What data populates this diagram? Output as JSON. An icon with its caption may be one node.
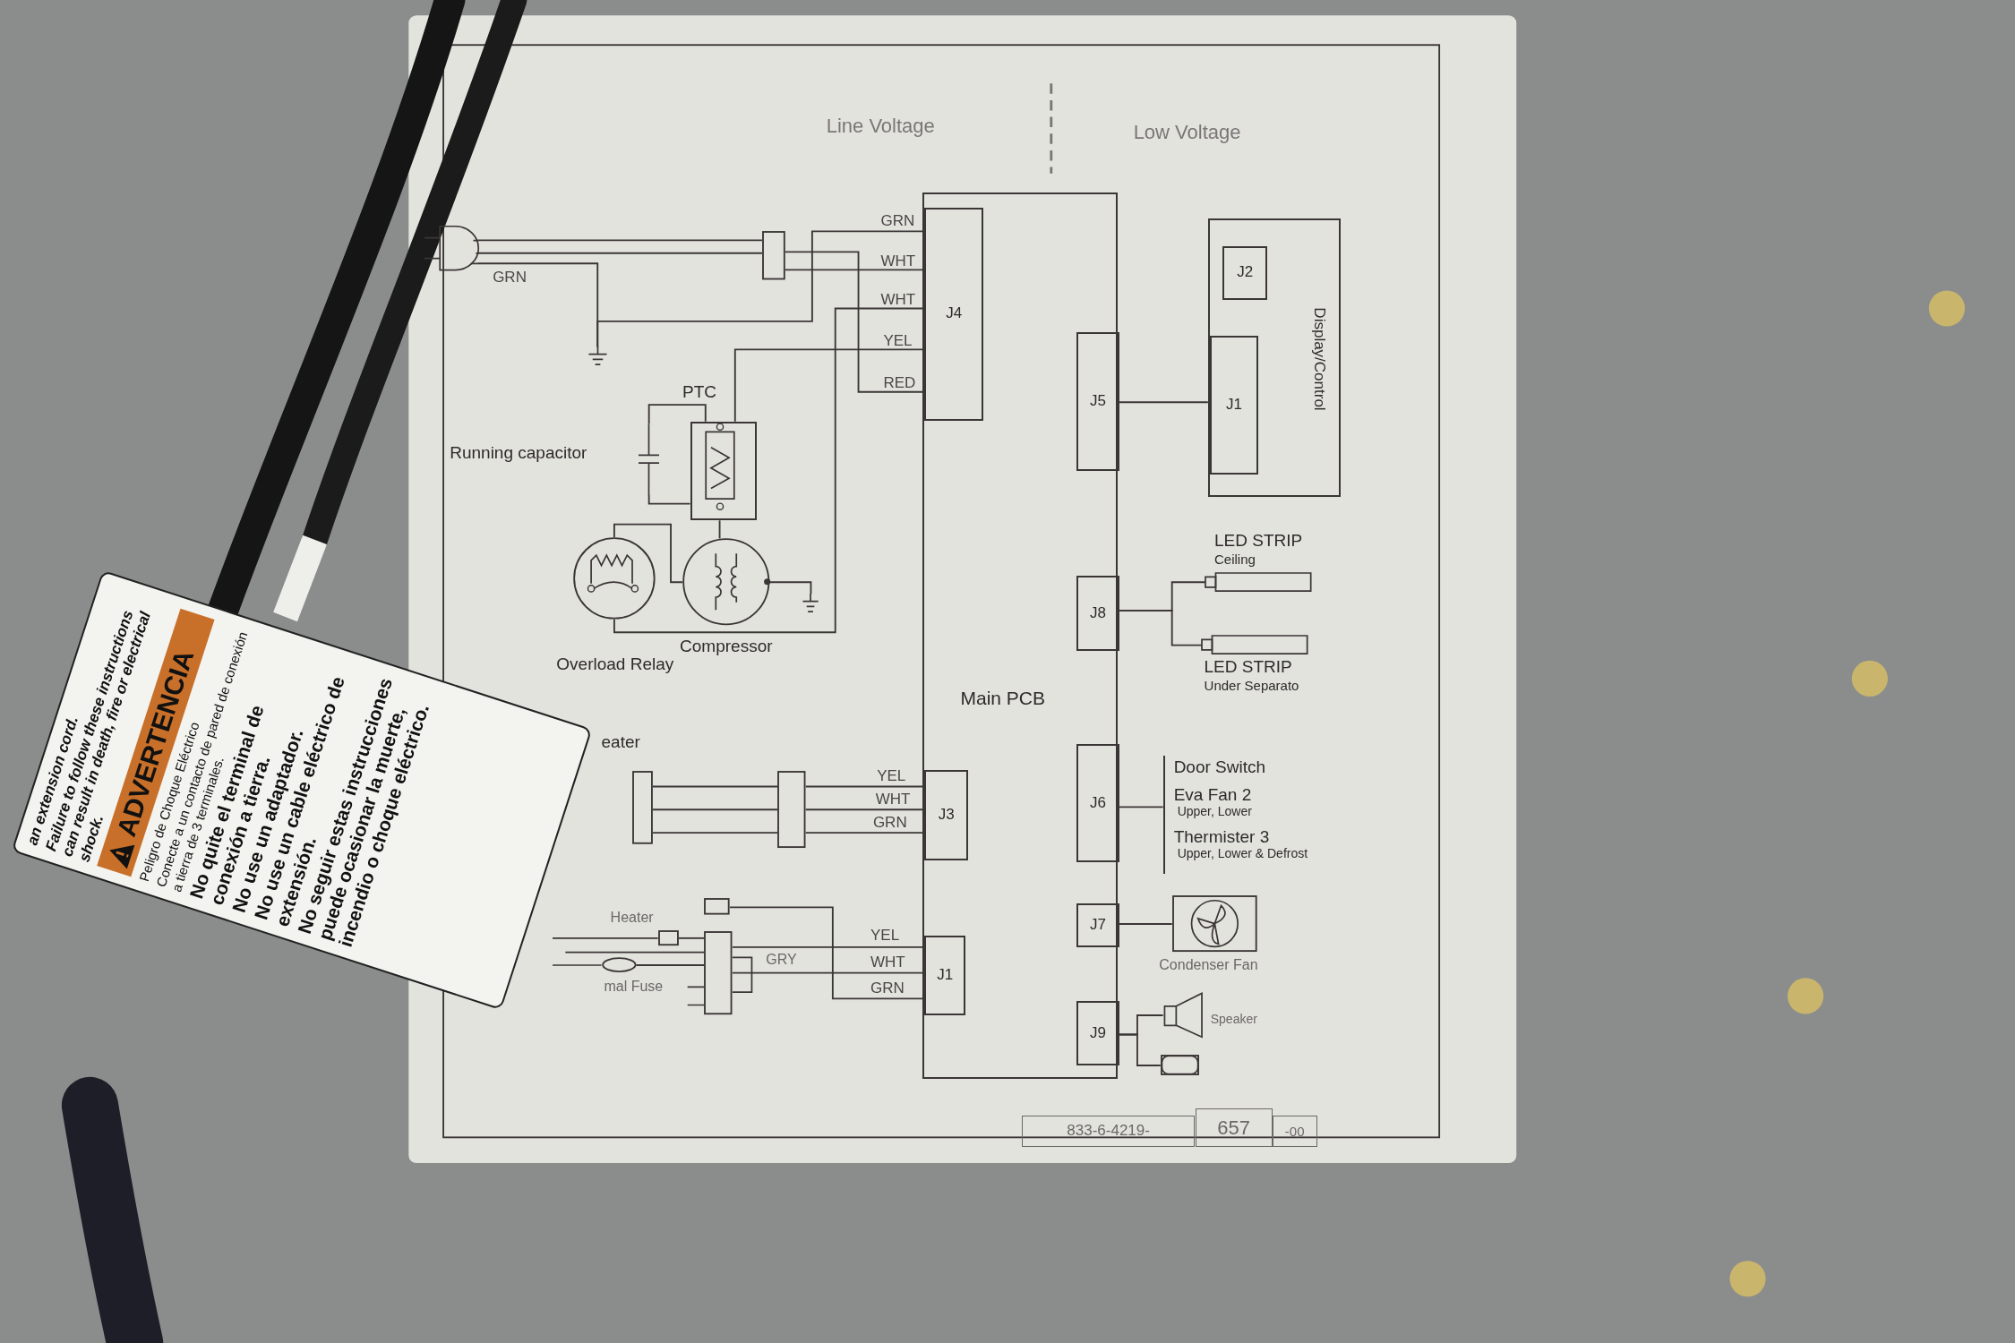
{
  "diagram": {
    "nodes": [
      {
        "text": [
          "Main PCB"
        ]
      },
      {
        "text": [
          "J4"
        ],
        "in": 0
      },
      {
        "text": [
          "J3"
        ],
        "in": 0
      },
      {
        "text": [
          "J1"
        ],
        "in": 0
      },
      {
        "text": [
          "J5"
        ],
        "in": 0
      },
      {
        "text": [
          "J8"
        ],
        "in": 0
      },
      {
        "text": [
          "J6"
        ],
        "in": 0
      },
      {
        "text": [
          "J7"
        ],
        "in": 0
      },
      {
        "text": [
          "J9"
        ],
        "in": 0
      },
      {
        "text": [
          "Display/Control"
        ]
      },
      {
        "text": [
          "J2"
        ],
        "in": 9
      },
      {
        "text": [
          "J1"
        ],
        "in": 9
      },
      {
        "text": [],
        "shape": "picture"
      },
      {
        "text": [],
        "shape": "box"
      },
      {
        "text": [],
        "shape": "picture"
      },
      {
        "text": [
          "PTC"
        ]
      },
      {
        "text": [],
        "shape": "picture",
        "beside": [
          "Running capacitor"
        ]
      },
      {
        "text": [],
        "shape": "circle",
        "beside": [
          "Overload Relay"
        ]
      },
      {
        "text": [],
        "shape": "circle",
        "beside": [
          "Compressor"
        ]
      },
      {
        "text": [],
        "shape": "picture"
      },
      {
        "text": [],
        "shape": "bar",
        "beside": [
          "LED STRIP",
          "Ceiling"
        ]
      },
      {
        "text": [],
        "shape": "bar",
        "beside": [
          "LED STRIP",
          "Under Separato"
        ]
      },
      {
        "text": [
          "Door Switch",
          "Eva Fan 2",
          "Upper, Lower",
          "Thermister 3",
          "Upper, Lower & Defrost"
        ]
      },
      {
        "text": [],
        "shape": "box",
        "beside": [
          "Condenser Fan"
        ]
      },
      {
        "text": [],
        "shape": "picture",
        "beside": [
          "Speaker"
        ]
      },
      {
        "text": [],
        "shape": "box"
      },
      {
        "text": [],
        "shape": "box",
        "beside": [
          "eater"
        ]
      },
      {
        "text": [],
        "shape": "box"
      },
      {
        "text": [],
        "shape": "box",
        "beside": [
          "Heater"
        ]
      },
      {
        "text": [],
        "shape": "circle",
        "beside": [
          "mal Fuse"
        ]
      },
      {
        "text": [],
        "shape": "box"
      },
      {
        "text": [],
        "shape": "box"
      }
    ],
    "edges": [
      {
        "from": 12,
        "to": 13,
        "arrow": "none"
      },
      {
        "from": 13,
        "to": 1,
        "arrow": "none",
        "label": "WHT"
      },
      {
        "from": 13,
        "to": 1,
        "arrow": "none",
        "label": "RED"
      },
      {
        "from": 1,
        "to": 14,
        "arrow": "none",
        "label": "GRN"
      },
      {
        "from": 12,
        "to": 14,
        "arrow": "none",
        "label": "GRN"
      },
      {
        "from": 1,
        "to": 17,
        "arrow": "none",
        "label": "WHT"
      },
      {
        "from": 1,
        "to": 15,
        "arrow": "none",
        "label": "YEL"
      },
      {
        "from": 16,
        "to": 15,
        "arrow": "none"
      },
      {
        "from": 15,
        "to": 18,
        "arrow": "none"
      },
      {
        "from": 17,
        "to": 18,
        "arrow": "none"
      },
      {
        "from": 18,
        "to": 19,
        "arrow": "none"
      },
      {
        "from": 4,
        "to": 11,
        "arrow": "none"
      },
      {
        "from": 5,
        "to": 20,
        "arrow": "none"
      },
      {
        "from": 5,
        "to": 21,
        "arrow": "none"
      },
      {
        "from": 6,
        "to": 22,
        "arrow": "none"
      },
      {
        "from": 7,
        "to": 23,
        "arrow": "none"
      },
      {
        "from": 8,
        "to": 24,
        "arrow": "none"
      },
      {
        "from": 8,
        "to": 25,
        "arrow": "none"
      },
      {
        "from": 26,
        "to": 27,
        "arrow": "none"
      },
      {
        "from": 27,
        "to": 2,
        "arrow": "none",
        "label": "YEL"
      },
      {
        "from": 27,
        "to": 2,
        "arrow": "none",
        "label": "WHT"
      },
      {
        "from": 27,
        "to": 2,
        "arrow": "none",
        "label": "GRN"
      },
      {
        "from": 28,
        "to": 30,
        "arrow": "none"
      },
      {
        "from": 29,
        "to": 30,
        "arrow": "none"
      },
      {
        "from": 30,
        "to": 3,
        "arrow": "none",
        "label": "YEL"
      },
      {
        "from": 30,
        "to": 3,
        "arrow": "none",
        "label": "WHT"
      },
      {
        "from": 31,
        "to": 3,
        "arrow": "none",
        "label": "GRN"
      },
      {
        "from": 16,
        "to": 15,
        "arrow": "none"
      },
      {
        "from": 12,
        "to": 13,
        "arrow": "none"
      },
      {
        "from": 26,
        "to": 27,
        "arrow": "none"
      },
      {
        "from": 26,
        "to": 27,
        "arrow": "none"
      }
    ],
    "labels": [
      "Line Voltage",
      "Low Voltage",
      "GRY",
      "833-6-4219-",
      "657",
      "-00",
      "an extension cord.",
      "Failure to follow these instructions can result in death, fire or electrical shock.",
      "ADVERTENCIA",
      "Peligro de Choque Eléctrico",
      "Conecte a un contacto de pared de conexión a tierra de 3 terminales.",
      "No quite el terminal de conexión a tierra.",
      "No use un adaptador.",
      "No use un cable eléctrico de extensión.",
      "No seguir estas instrucciones puede ocasionar la muerte, incendio o choque eléctrico."
    ]
  }
}
